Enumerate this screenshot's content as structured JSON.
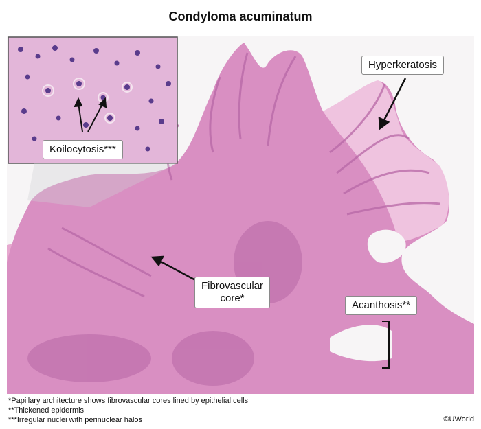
{
  "title": "Condyloma acuminatum",
  "labels": {
    "hyperkeratosis": "Hyperkeratosis",
    "koilocytosis": "Koilocytosis***",
    "fibrovascular_line1": "Fibrovascular",
    "fibrovascular_line2": "core*",
    "acanthosis": "Acanthosis**"
  },
  "footnotes": [
    "*Papillary architecture shows fibrovascular cores lined by epithelial cells",
    "**Thickened epidermis",
    "***Irregular nuclei with perinuclear halos"
  ],
  "copyright": "©UWorld",
  "colors": {
    "tissue": "#d98fc2",
    "tissue_dark": "#b767a6",
    "keratin": "#efc3df",
    "stroma": "#e6a9cf",
    "nuclei": "#5a3c8c"
  }
}
